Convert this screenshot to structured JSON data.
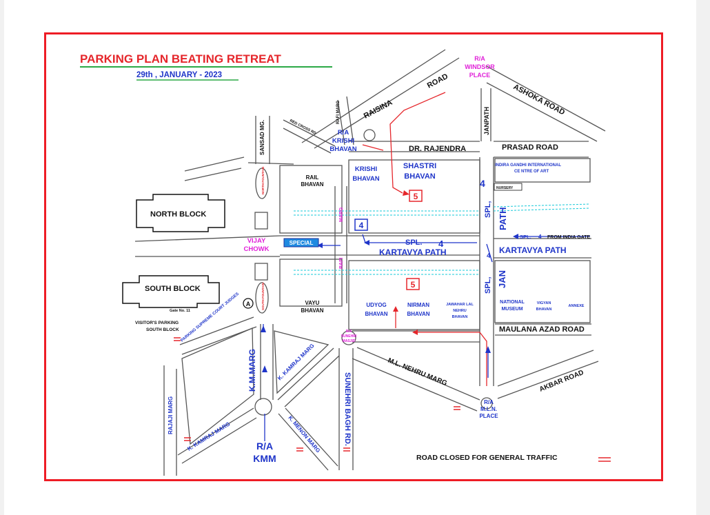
{
  "title": "PARKING PLAN  BEATING RETREAT",
  "date": "29th , JANUARY - 2023",
  "roads": {
    "raisina": "RAISINA",
    "road_top": "ROAD",
    "ashoka": "ASHOKA  ROAD",
    "rafi_marg_top": "RAFI MARG",
    "red_cross": "RED CROSS  RD",
    "sansad": "SANSAD MG.",
    "janpath": "JANPATH",
    "dr_rajendra": "DR. RAJENDRA",
    "prasad": "PRASAD ROAD",
    "rail_marg": "MARG",
    "rafi_mid": "RAFI",
    "spl_kartavya": "SPL.",
    "kartavya": "KARTAVYA PATH",
    "kartavya_right": "KARTAVYA PATH",
    "spl_right": "SPL.",
    "from_india_gate": "FROM INDIA GATE",
    "maulana": "MAULANA  AZAD ROAD",
    "akbar": "AKBAR  ROAD",
    "ml_nehru": "M.L. NEHRU MARG",
    "km_marg": "K.M.MARG",
    "k_kamraj": "K. KAMRAJ MARG",
    "k_kamraj_low": "K. KAMRAJ MARG",
    "k_menon": "K. MENON MARG",
    "sunehri": "SUNEHRI BAGH RD.",
    "rajaji": "RAJAJI  MARG",
    "jan": "JAN",
    "path": "PATH",
    "spl_v1": "SPL,",
    "spl_v2": "SPL,",
    "supreme": "PARKING SUPREME COURT JUDGES"
  },
  "roundabouts": {
    "windsor": [
      "R/A",
      "WINDSOR",
      "PLACE"
    ],
    "krishi": [
      "R/A",
      "KRISHI",
      "BHAVAN"
    ],
    "mln": [
      "R/A",
      "M.L.N.",
      "PLACE"
    ],
    "kmm": [
      "R/A",
      "KMM"
    ],
    "sunehri": [
      "R/A",
      "SUNEHRI",
      "MASJID"
    ],
    "vijay": [
      "VIJAY",
      "CHOWK"
    ]
  },
  "buildings": {
    "north_block": "NORTH BLOCK",
    "south_block": "SOUTH BLOCK",
    "gate": "Gate  No. 11",
    "visitors": [
      "VISITOR'S PARKING",
      "SOUTH BLOCK"
    ],
    "krishi": [
      "KRISHI",
      "BHAVAN"
    ],
    "shastri": [
      "SHASTRI",
      "BHAVAN"
    ],
    "rail": [
      "RAIL",
      "BHAVAN"
    ],
    "vayu": [
      "VAYU",
      "BHAVAN"
    ],
    "udyog": [
      "UDYOG",
      "BHAVAN"
    ],
    "nirman": [
      "NIRMAN",
      "BHAVAN"
    ],
    "jln": [
      "JAWAHAR LAL",
      "NEHRU",
      "BHAVAN"
    ],
    "museum": [
      "NATIONAL",
      "MUSEUM"
    ],
    "vigyan": [
      "VIGYAN",
      "BHAVAN"
    ],
    "annexe": "ANNEXE",
    "ignca": [
      "INDIRA GANDHI  INTERNATIONAL",
      "CE NTRE  OF  ART"
    ],
    "nursery": "NURSERY",
    "fountain_n": "NORTH FOUNTAIN",
    "fountain_s": "SOUTH FOUNTAIN"
  },
  "markers": {
    "special": "SPECIAL",
    "p4_blue": "4",
    "p5_top": "5",
    "p5_bottom": "5",
    "num4_kartavya": "4",
    "num4_top_right": "4",
    "num4_jan": "4",
    "num4_spl_right": "4",
    "circle_a": "A"
  },
  "legend": {
    "label": "ROAD CLOSED FOR GENERAL TRAFFIC"
  },
  "colors": {
    "frame": "#ee1c25",
    "blue": "#1f35c9",
    "red": "#e5262b",
    "magenta": "#e020d8",
    "cyan": "#15c8d8"
  }
}
